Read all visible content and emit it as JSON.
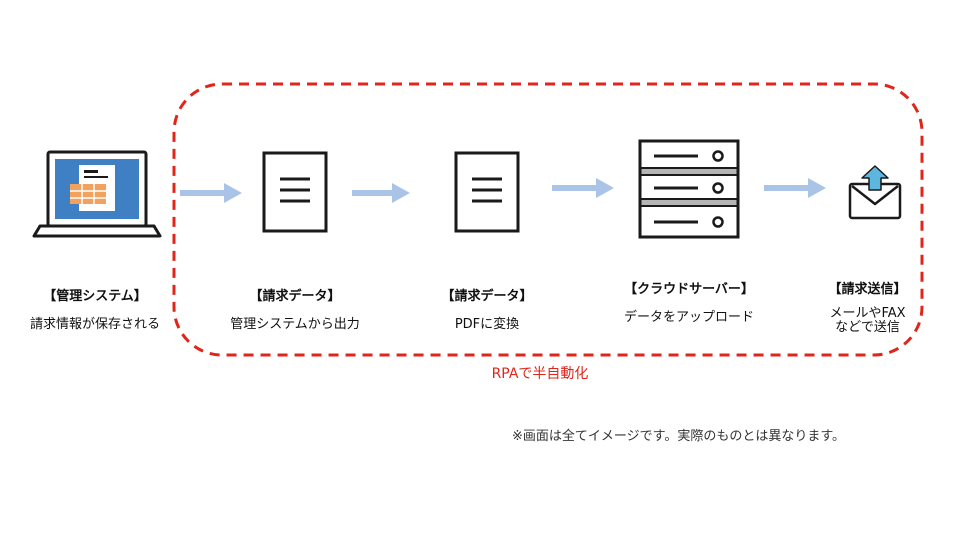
{
  "colors": {
    "dashed_border": "#e0251b",
    "arrow": "#a9c4e6",
    "icon_stroke": "#1a1a1a",
    "screen_blue": "#3f7fc4",
    "sheet_orange": "#f2a25e",
    "upload_arrow": "#5cb6dd"
  },
  "steps": [
    {
      "title": "【管理システム】",
      "desc": "請求情報が保存される",
      "icon": "laptop-icon"
    },
    {
      "title": "【請求データ】",
      "desc": "管理システムから出力",
      "icon": "document-icon"
    },
    {
      "title": "【請求データ】",
      "desc": "PDFに変換",
      "icon": "document-icon"
    },
    {
      "title": "【クラウドサーバー】",
      "desc": "データをアップロード",
      "icon": "server-icon"
    },
    {
      "title": "【請求送信】",
      "desc_lines": [
        "メールやFAX",
        "などで送信"
      ],
      "icon": "mail-upload-icon"
    }
  ],
  "rpa_caption": "RPAで半自動化",
  "note": "※画面は全てイメージです。実際のものとは異なります。"
}
